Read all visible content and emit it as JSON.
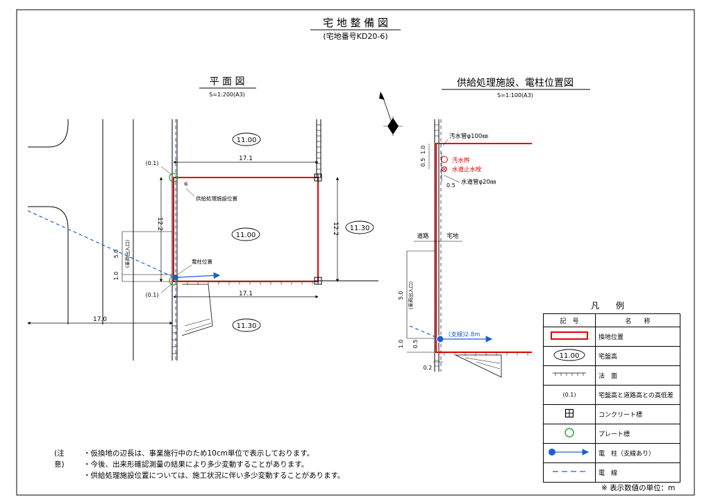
{
  "title": "宅 地 整 備 図",
  "subtitle": "(宅地番号KD20-6)",
  "plan": {
    "heading": "平 面 図",
    "scale": "S=1:200(A3)",
    "top_width": "17.1",
    "bottom_width": "17.1",
    "left_height": "12.2",
    "right_height": "12.2",
    "road_width": "17.0",
    "entrance_width": "5.0",
    "entrance_label": "(車両出入口)",
    "offset_1": "1.0",
    "level_top": "11.00",
    "level_center": "11.00",
    "level_right": "11.30",
    "level_bottom": "11.30",
    "diff_top": "(0.1)",
    "diff_bottom": "(0.1)",
    "supply_marker": "⑥",
    "supply_label": "供給処理施設位置",
    "pole_label": "電柱位置"
  },
  "detail": {
    "heading": "供給処理施設、電柱位置図",
    "scale": "S=1:100(A3)",
    "sewer_pipe": "汚水管φ100㎜",
    "sewer_basin": "汚水桝",
    "water_stop": "水道止水栓",
    "water_pipe": "水道管φ20㎜",
    "dim_05": "0.5",
    "dim_10": "1.0",
    "dim_05b": "0.5",
    "road_label": "道路",
    "lot_label": "宅地",
    "entrance_width": "5.0",
    "entrance_label": "(車両出入口)",
    "dim_bottom_10": "1.0",
    "dim_bottom_05": "0.5",
    "dim_02": "0.2",
    "guy_label": "(支線)2.8m"
  },
  "legend": {
    "title": "凡 例",
    "col_symbol": "記　号",
    "col_name": "名　　称",
    "rows": [
      {
        "symbol": "red-rectangle",
        "name": "換地位置"
      },
      {
        "symbol": "11.00",
        "name": "宅盤高"
      },
      {
        "symbol": "slope-hatch",
        "name": "法　面"
      },
      {
        "symbol": "(0.1)",
        "name": "宅盤高と道路高との高低差"
      },
      {
        "symbol": "concrete-marker-icon",
        "name": "コンクリート標"
      },
      {
        "symbol": "plate-marker-icon",
        "name": "プレート標"
      },
      {
        "symbol": "pole-guy-icon",
        "name": "電　柱（支線あり）"
      },
      {
        "symbol": "power-line-dashed",
        "name": "電　線"
      }
    ],
    "unit_note": "※ 表示数値の単位：m"
  },
  "notes": {
    "label": "(注意)",
    "lines": [
      "・仮換地の辺長は、事業施行中のため10cm単位で表示しております。",
      "・今後、出来形確認測量の結果により多少変動することがあります。",
      "・供給処理施設位置については、施工状況に伴い多少変動することがあります。"
    ]
  },
  "colors": {
    "lot_outline": "#e00000",
    "pole": "#1a5fd0",
    "plate": "#2ca02c",
    "ink": "#000000"
  }
}
